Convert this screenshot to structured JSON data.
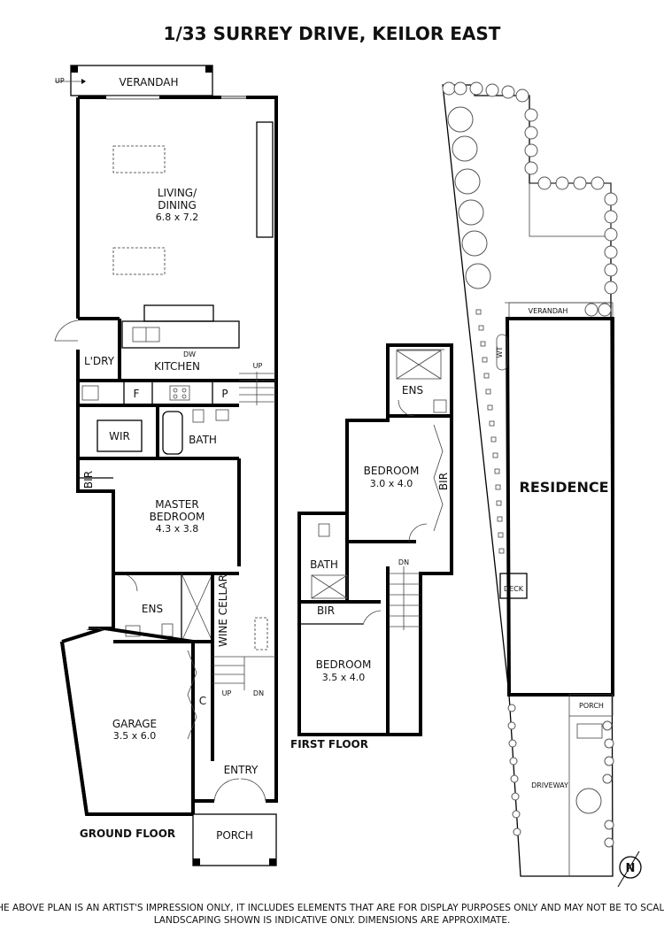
{
  "title": "1/33 SURREY DRIVE, KEILOR EAST",
  "ground_floor": {
    "heading": "GROUND FLOOR",
    "verandah": "VERANDAH",
    "up_left": "UP",
    "living_name": "LIVING/",
    "living_name2": "DINING",
    "living_dim": "6.8 x 7.2",
    "ldry": "L'DRY",
    "kitchen": "KITCHEN",
    "dw": "DW",
    "fridge": "F",
    "pantry": "P",
    "up_stair": "UP",
    "wir": "WIR",
    "bath": "BATH",
    "bir": "BIR",
    "master_name": "MASTER",
    "master_name2": "BEDROOM",
    "master_dim": "4.3 x 3.8",
    "ens": "ENS",
    "wine_cellar": "WINE CELLAR",
    "stair_up": "UP",
    "stair_dn": "DN",
    "garage_name": "GARAGE",
    "garage_dim": "3.5 x 6.0",
    "cupboard": "C",
    "entry": "ENTRY",
    "porch": "PORCH"
  },
  "first_floor": {
    "heading": "FIRST FLOOR",
    "ens": "ENS",
    "bed1_name": "BEDROOM",
    "bed1_dim": "3.0 x 4.0",
    "bir_right": "BIR",
    "bath": "BATH",
    "dn": "DN",
    "bir_left": "BIR",
    "bed2_name": "BEDROOM",
    "bed2_dim": "3.5 x 4.0"
  },
  "site_plan": {
    "verandah": "VERANDAH",
    "wt": "WT",
    "residence": "RESIDENCE",
    "deck": "DECK",
    "porch": "PORCH",
    "driveway": "DRIVEWAY",
    "north": "N"
  },
  "disclaimer_line1": "THE ABOVE PLAN IS AN ARTIST'S IMPRESSION ONLY, IT INCLUDES ELEMENTS THAT ARE FOR DISPLAY PURPOSES ONLY AND MAY NOT BE TO SCALE.",
  "disclaimer_line2": "LANDSCAPING SHOWN IS INDICATIVE ONLY. DIMENSIONS ARE APPROXIMATE."
}
